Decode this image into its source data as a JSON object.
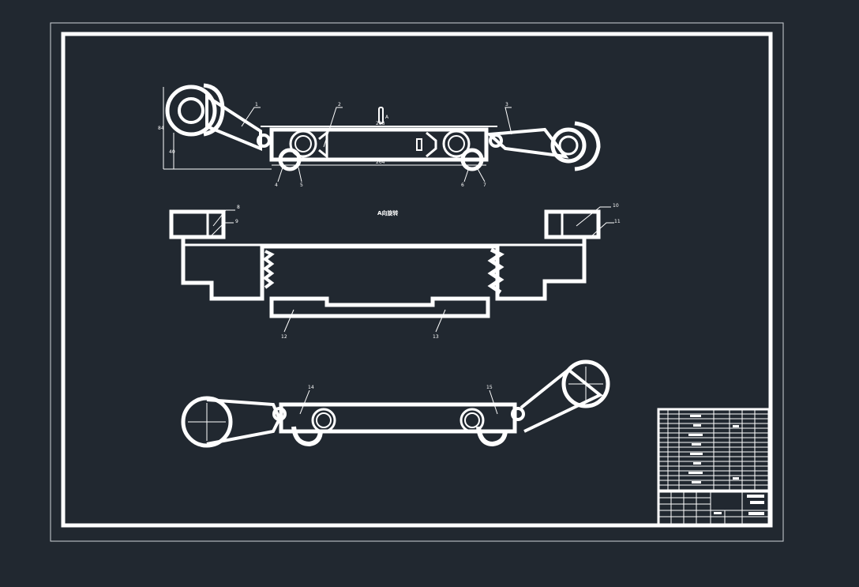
{
  "colors": {
    "background": "#212830",
    "line": "#ffffff",
    "thin_line": "#cfd3d8"
  },
  "view_title": "A向旋转",
  "section_marker": "A",
  "dimensions": {
    "top_length": "288",
    "bottom_length": "264",
    "left_height": "84",
    "left_height_inner": "40"
  },
  "callouts": {
    "top": [
      "1",
      "2",
      "3",
      "4",
      "5",
      "6",
      "7"
    ],
    "middle": [
      "8",
      "9",
      "10",
      "11",
      "12",
      "13"
    ],
    "bottom": [
      "14",
      "15"
    ]
  }
}
